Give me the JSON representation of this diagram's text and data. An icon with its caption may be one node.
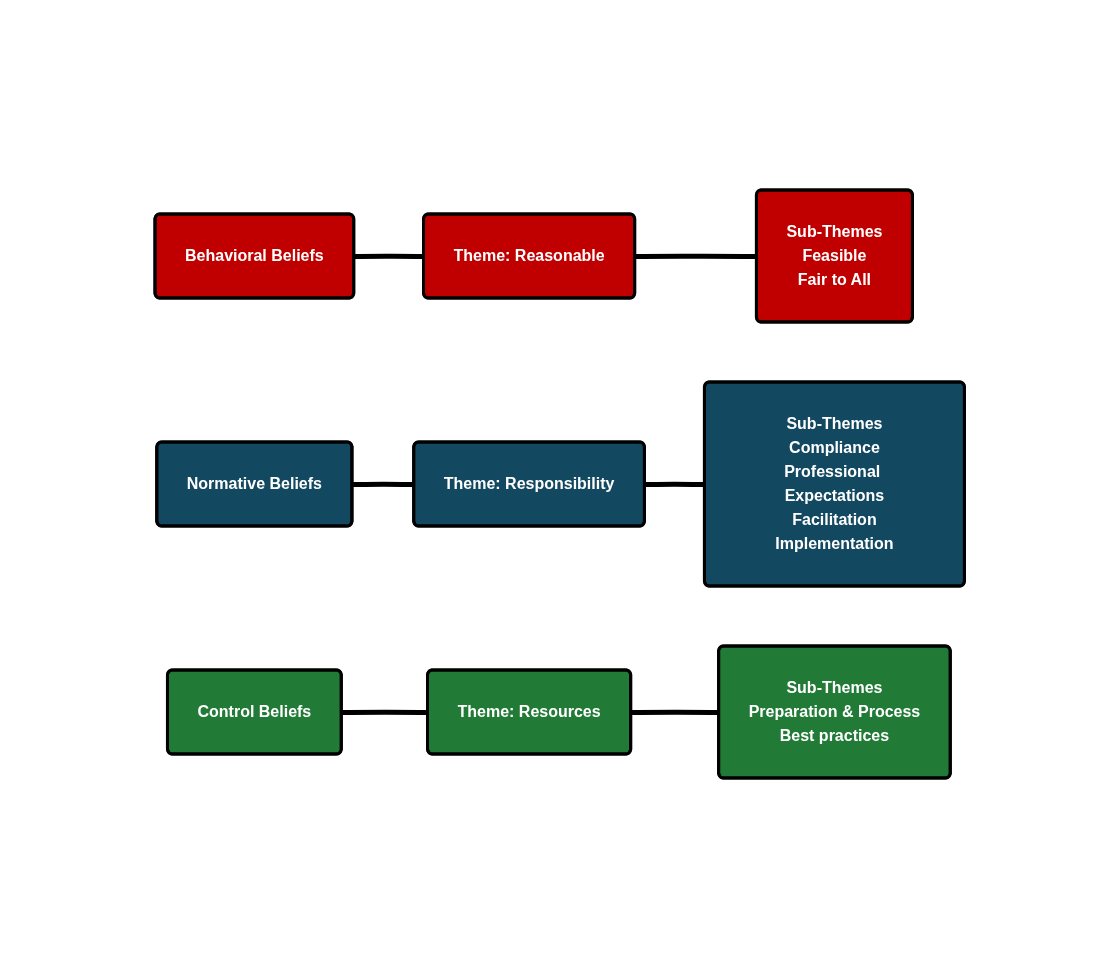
{
  "diagram": {
    "nodes": [
      {
        "text": [
          "Behavioral Beliefs"
        ]
      },
      {
        "text": [
          "Theme: Reasonable"
        ]
      },
      {
        "text": [
          "Sub-Themes",
          "Feasible",
          "Fair to All"
        ]
      },
      {
        "text": [
          "Normative Beliefs"
        ]
      },
      {
        "text": [
          "Theme: Responsibility"
        ]
      },
      {
        "text": [
          "Sub-Themes",
          "Compliance",
          "Professional Expectations",
          "Facilitation",
          "Implementation"
        ]
      },
      {
        "text": [
          "Control Beliefs"
        ]
      },
      {
        "text": [
          "Theme: Resources"
        ]
      },
      {
        "text": [
          "Sub-Themes",
          "Preparation & Process",
          "Best practices"
        ]
      }
    ],
    "edges": [
      {
        "from": 0,
        "to": 1,
        "arrow": "none"
      },
      {
        "from": 1,
        "to": 2,
        "arrow": "none"
      },
      {
        "from": 3,
        "to": 4,
        "arrow": "none"
      },
      {
        "from": 4,
        "to": 5,
        "arrow": "none"
      },
      {
        "from": 6,
        "to": 7,
        "arrow": "none"
      },
      {
        "from": 7,
        "to": 8,
        "arrow": "none"
      }
    ]
  }
}
